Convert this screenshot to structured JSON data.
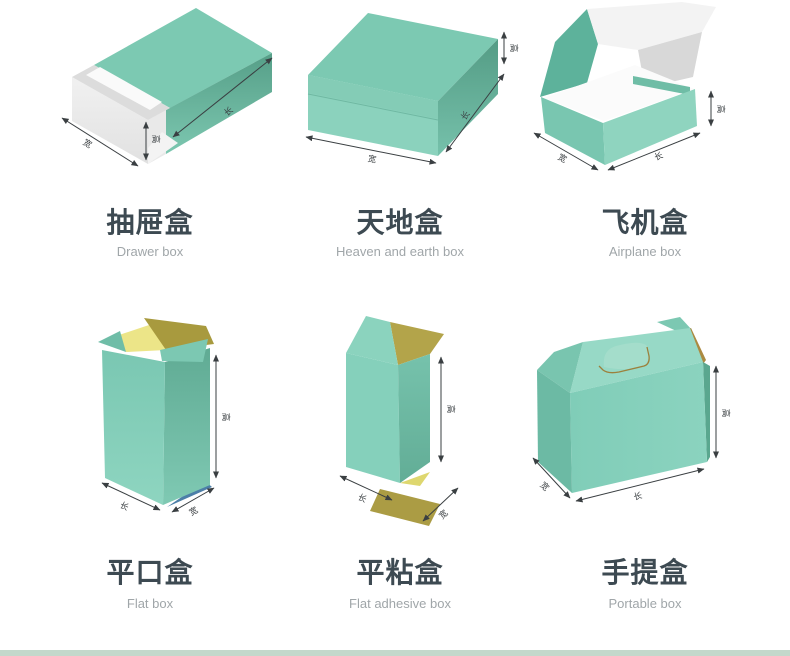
{
  "page": {
    "background": "#ffffff",
    "footer_bar_color": "#c3d8cb"
  },
  "dimension_labels": {
    "length": "长",
    "width": "宽",
    "height": "高"
  },
  "boxes": [
    {
      "title": "抽屉盒",
      "subtitle": "Drawer box"
    },
    {
      "title": "天地盒",
      "subtitle": "Heaven and earth box"
    },
    {
      "title": "飞机盒",
      "subtitle": "Airplane box"
    },
    {
      "title": "平口盒",
      "subtitle": "Flat box"
    },
    {
      "title": "平粘盒",
      "subtitle": "Flat adhesive box"
    },
    {
      "title": "手提盒",
      "subtitle": "Portable box"
    }
  ],
  "colors": {
    "teal_top": "#7cc9b2",
    "teal_front": "#85d0bb",
    "teal_side_dark": "#5fa98f",
    "white_face": "#efefef",
    "gold_dark": "#b3a44a",
    "gold_light": "#ded76f",
    "blue_flap": "#4c7fa8",
    "kraft_edge": "#9c803c",
    "title_text": "#3d4a52",
    "subtitle_text": "#a0a6a9",
    "dimension_line": "#3a3f42"
  }
}
